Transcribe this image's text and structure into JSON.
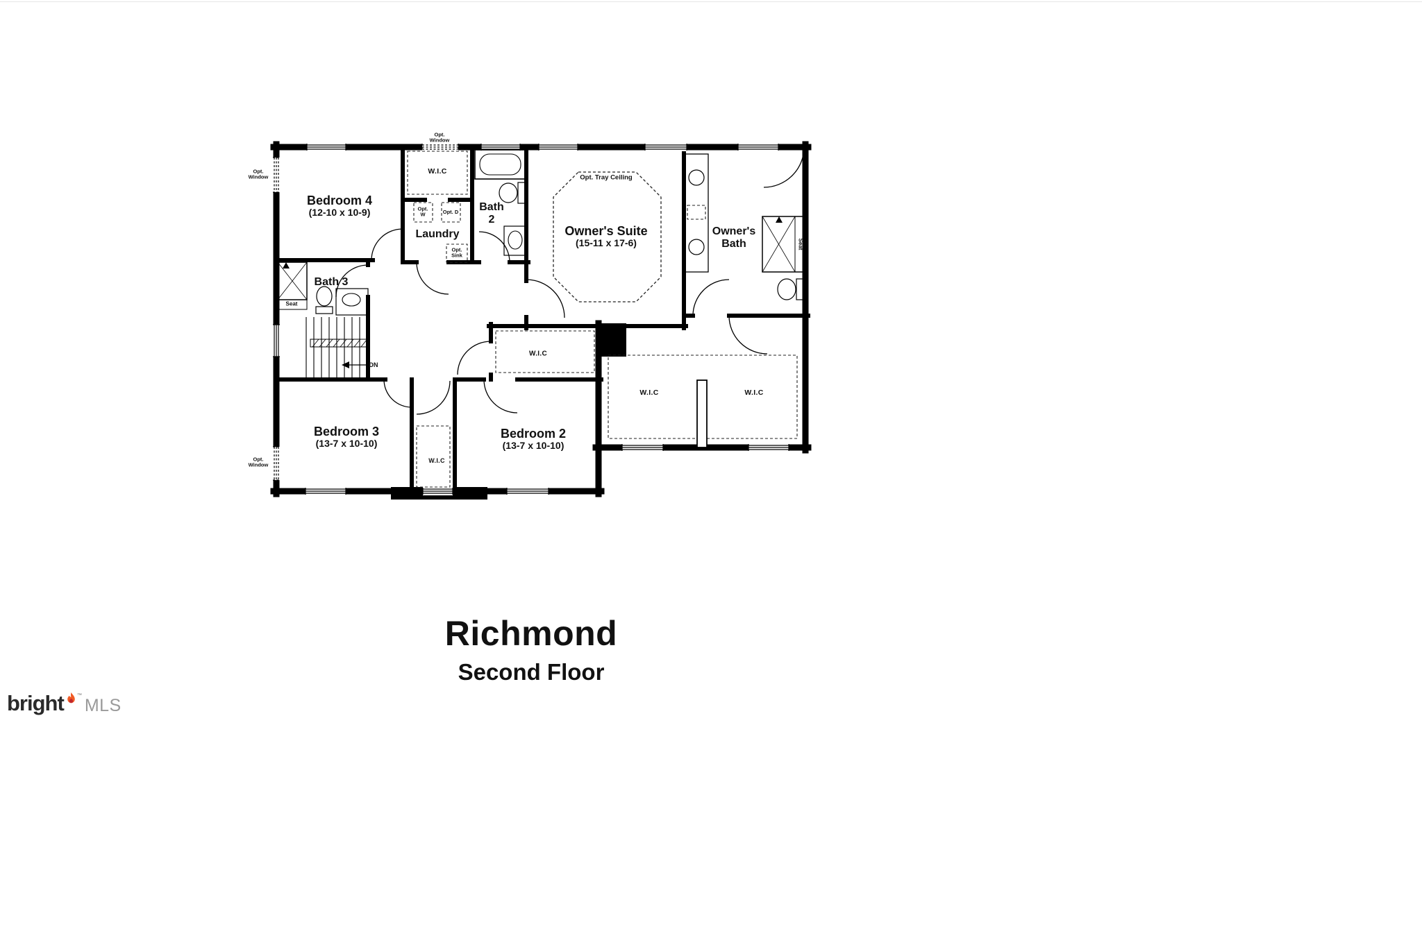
{
  "floorplan": {
    "rooms": {
      "bedroom4": {
        "name": "Bedroom 4",
        "dims": "(12-10 x 10-9)"
      },
      "bedroom3": {
        "name": "Bedroom 3",
        "dims": "(13-7 x 10-10)"
      },
      "bedroom2": {
        "name": "Bedroom 2",
        "dims": "(13-7 x 10-10)"
      },
      "owners_suite": {
        "name": "Owner's Suite",
        "dims": "(15-11 x 17-6)"
      },
      "owners_bath": {
        "name": "Owner's Bath"
      },
      "bath2": {
        "name": "Bath 2"
      },
      "bath3": {
        "name": "Bath 3"
      },
      "laundry": {
        "name": "Laundry"
      },
      "wic_top": "W.I.C",
      "wic_corridor": "W.I.C",
      "wic_bedroom2": "W.I.C",
      "wic_owners_left": "W.I.C",
      "wic_owners_right": "W.I.C"
    },
    "annotations": {
      "opt_window": "Opt. Window",
      "opt_tray_ceiling": "Opt. Tray Ceiling",
      "opt_washer": "Opt. W",
      "opt_dryer": "Opt. D",
      "opt_sink": "Opt. Sink",
      "seat": "Seat",
      "down": "DN"
    }
  },
  "caption": {
    "title": "Richmond",
    "subtitle": "Second Floor"
  },
  "logo": {
    "brand": "bright",
    "suffix": "MLS",
    "trademark": "™"
  }
}
